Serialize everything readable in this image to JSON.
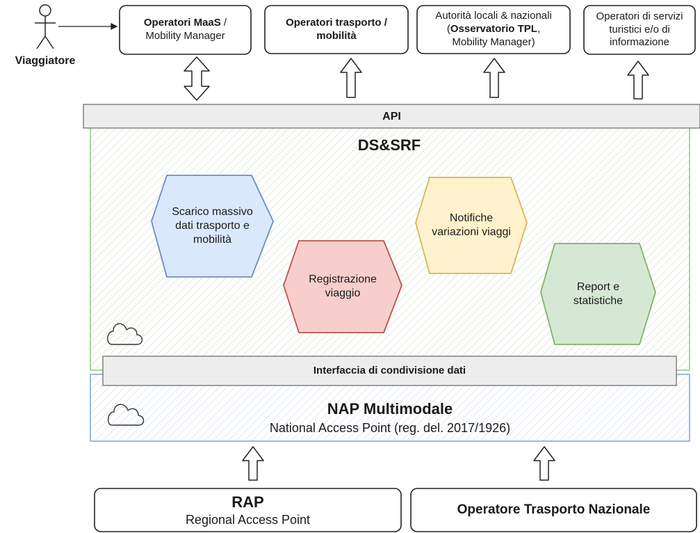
{
  "actor": {
    "label": "Viaggiatore"
  },
  "top_boxes": [
    {
      "line1_bold": "Operatori MaaS",
      "line1_rest": " /",
      "line2": "Mobility Manager"
    },
    {
      "line1_bold": "Operatori trasporto /",
      "line2_bold": "mobilità"
    },
    {
      "line1": "Autorità locali & nazionali",
      "line2_pre": "(",
      "line2_bold": "Osservatorio TPL",
      "line2_post": ",",
      "line3": "Mobility Manager)"
    },
    {
      "line1": "Operatori di servizi",
      "line2": "turistici e/o di",
      "line3": "informazione"
    }
  ],
  "api_bar": {
    "label": "API"
  },
  "dssrf": {
    "title": "DS&SRF",
    "modules": [
      {
        "lines": [
          "Scarico massivo",
          "dati trasporto e",
          "mobilità"
        ],
        "color": "#dae8fc",
        "stroke": "#6c8ebf"
      },
      {
        "lines": [
          "Registrazione",
          "viaggio"
        ],
        "color": "#f8cecc",
        "stroke": "#b85450"
      },
      {
        "lines": [
          "Notifiche",
          "variazioni viaggi"
        ],
        "color": "#fff2cc",
        "stroke": "#d6b656"
      },
      {
        "lines": [
          "Report e",
          "statistiche"
        ],
        "color": "#d5e8d4",
        "stroke": "#82b366"
      }
    ]
  },
  "interface_bar": {
    "label": "Interfaccia di condivisione dati"
  },
  "nap": {
    "title": "NAP Multimodale",
    "subtitle": "National Access Point (reg. del. 2017/1926)"
  },
  "bottom_boxes": [
    {
      "title": "RAP",
      "subtitle": "Regional Access Point"
    },
    {
      "title": "Operatore Trasporto Nazionale"
    }
  ],
  "icons": {
    "cloud": "cloud-icon",
    "up_arrow": "up-arrow-icon",
    "double_arrow": "double-arrow-icon",
    "actor": "stick-figure-icon"
  }
}
